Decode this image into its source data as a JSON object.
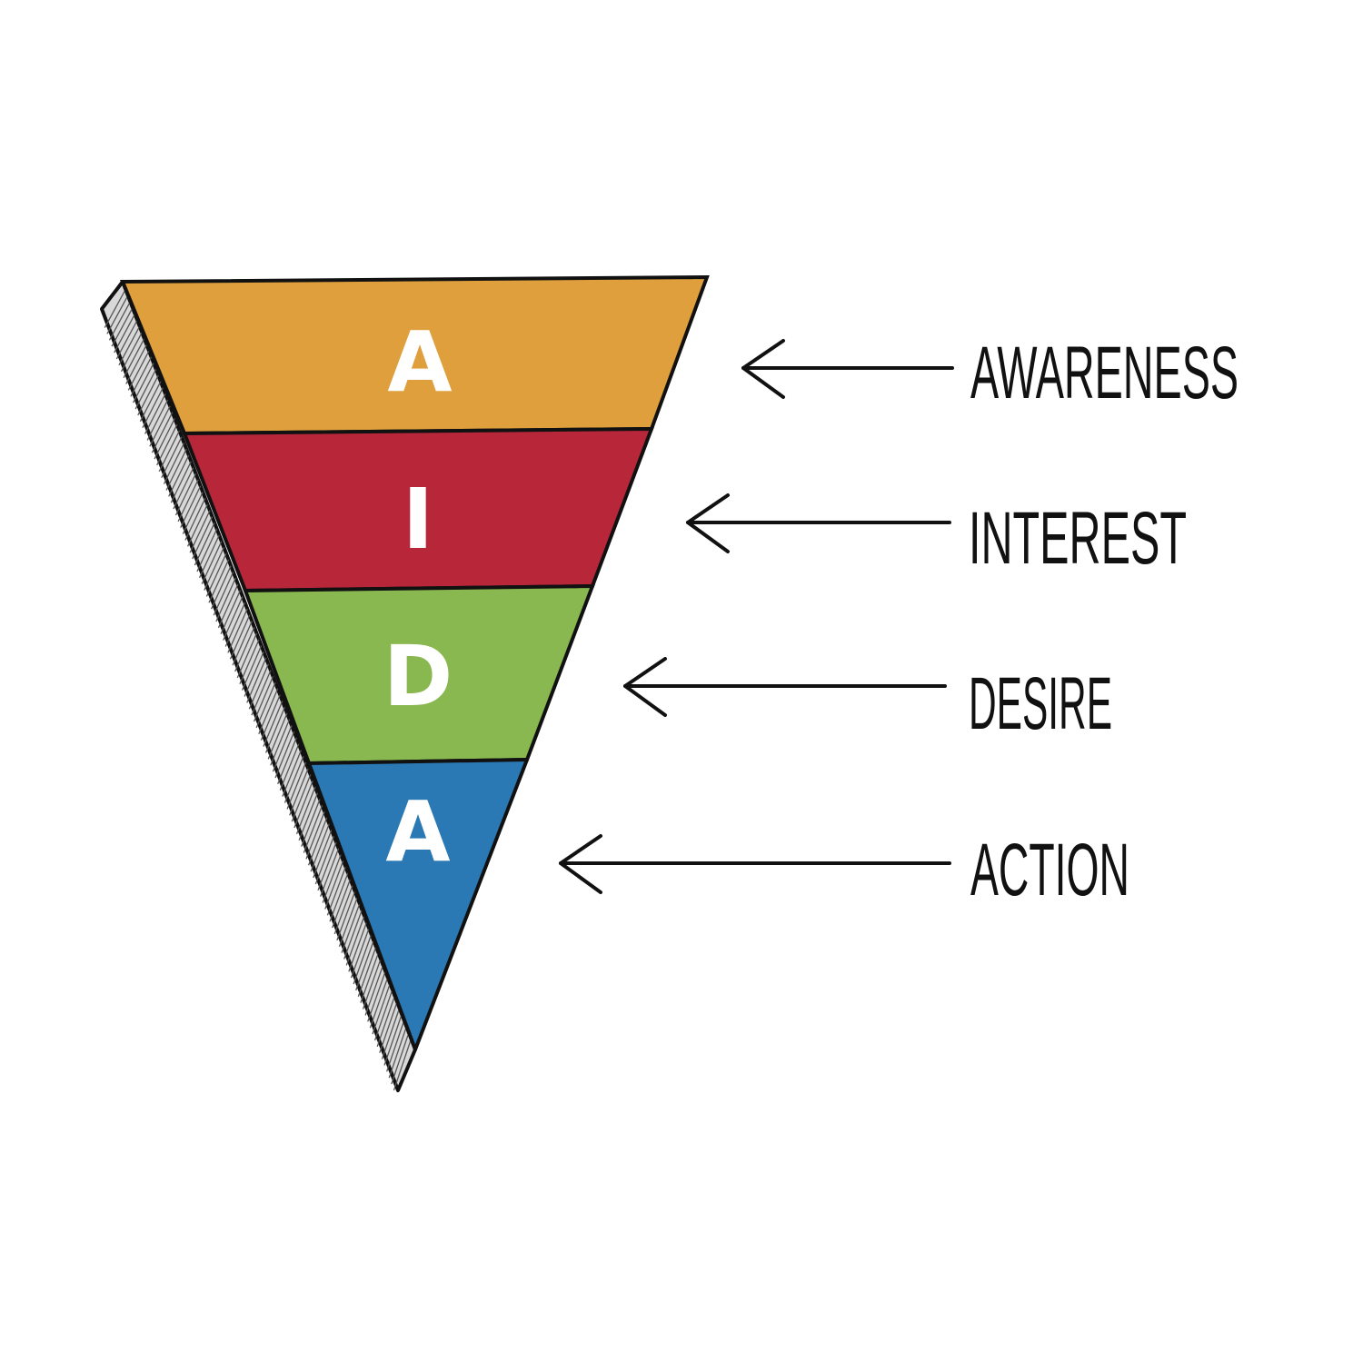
{
  "title": "AIDA funnel",
  "stages": [
    {
      "letter": "A",
      "label": "AWARENESS",
      "color": "#DE9F3C"
    },
    {
      "letter": "I",
      "label": "INTEREST",
      "color": "#B8263A"
    },
    {
      "letter": "D",
      "label": "DESIRE",
      "color": "#8AB850"
    },
    {
      "letter": "A",
      "label": "ACTION",
      "color": "#2A79B4"
    }
  ]
}
